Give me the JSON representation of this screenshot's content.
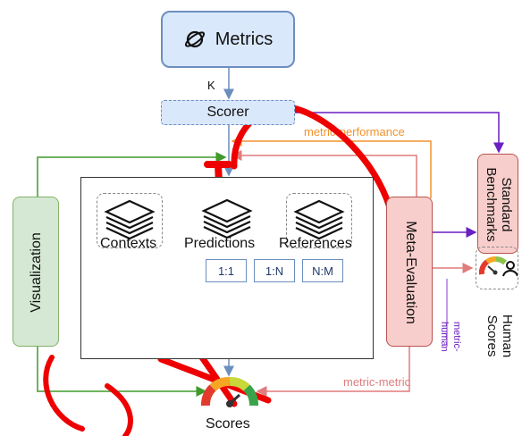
{
  "metrics_label": "Metrics",
  "k_label": "K",
  "scorer_label": "Scorer",
  "visualization_label": "Visualization",
  "meta_evaluation_label": "Meta-Evaluation",
  "standard_benchmarks_label": "Standard Benchmarks",
  "human_scores_label": "Human Scores",
  "contexts_label": "Contexts",
  "predictions_label": "Predictions",
  "references_label": "References",
  "ratios": [
    "1:1",
    "1:N",
    "N:M"
  ],
  "scores_label": "Scores",
  "metric_performance_label": "metric-performance",
  "metric_human_label_line1": "metric-",
  "metric_human_label_line2": "human",
  "metric_metric_label": "metric-metric",
  "colors": {
    "blue_fill": "#dae8fc",
    "blue_stroke": "#6c8ebf",
    "green_fill": "#d5e8d4",
    "green_stroke": "#82b366",
    "red_fill": "#f8cecc",
    "red_stroke": "#b85450",
    "orange": "#f0922b",
    "purple": "#6a1fc2",
    "pink": "#e07c7c",
    "scribble_red": "#ee0000"
  }
}
